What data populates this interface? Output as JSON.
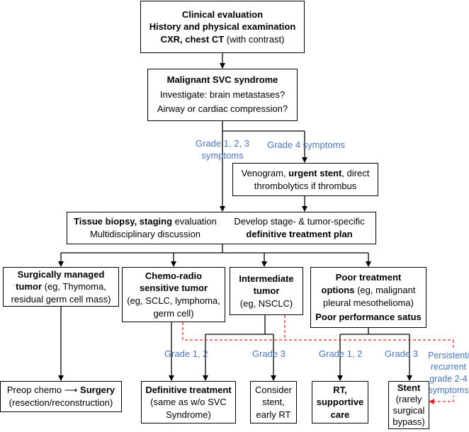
{
  "nodes": {
    "clinical": {
      "line1": "Clinical evaluation",
      "line2": "History and physical examination",
      "line3_bold": "CXR, chest CT",
      "line3_rest": " (with contrast)"
    },
    "malignant": {
      "title": "Malignant SVC syndrome",
      "line2": "Investigate: brain metastases?",
      "line3": "Airway or cardiac compression?"
    },
    "venogram": {
      "pre": "Venogram, ",
      "bold": "urgent stent",
      "post": ", direct",
      "line2": "thrombolytics if thrombus"
    },
    "tissue": {
      "bold": "Tissue biopsy, staging",
      "rest": " evaluation",
      "line2": "Multidisciplinary discussion"
    },
    "develop": {
      "line1": "Develop stage- & tumor-specific",
      "line2": "definitive treatment plan"
    },
    "surgical": {
      "line1": "Surgically managed",
      "line2_bold": "tumor",
      "line2_rest": " (eg, Thymoma,",
      "line3": "residual germ cell mass)"
    },
    "chemo": {
      "line1": "Chemo-radio",
      "line2": "sensitive tumor",
      "line3": "(eg, SCLC, lymphoma,",
      "line4": "germ cell)"
    },
    "intermediate": {
      "line1": "Intermediate",
      "line2": "tumor",
      "line3": "(eg, NSCLC)"
    },
    "poor": {
      "line1": "Poor treatment",
      "line2_bold": "options",
      "line2_rest": " (eg, malignant",
      "line3": "pleural mesothelioma)",
      "line4": "Poor performance satus"
    },
    "preop": {
      "pre": "Preop chemo ",
      "arrow": "⟶",
      "bold": " Surgery",
      "line2": "(resection/reconstruction)"
    },
    "definitive": {
      "line1": "Definitive treatment",
      "line2": "(same as w/o SVC",
      "line3": "Syndrome)"
    },
    "consider": {
      "line1": "Consider",
      "line2": "stent,",
      "line3": "early RT"
    },
    "rt": {
      "line1": "RT,",
      "line2": "supportive",
      "line3": "care"
    },
    "stent": {
      "line1": "Stent",
      "line2": "(rarely",
      "line3": "surgical",
      "line4": "bypass)"
    }
  },
  "labels": {
    "grade123_l1": "Grade 1, 2, 3",
    "grade123_l2": "symptoms",
    "grade4": "Grade 4 symptoms",
    "grade12_a": "Grade 1, 2",
    "grade3_a": "Grade 3",
    "grade12_b": "Grade 1, 2",
    "grade3_b": "Grade 3",
    "persistent_l1": "Persistent/",
    "persistent_l2": "recurrent",
    "persistent_l3": "grade 2-4",
    "persistent_l4": "symptoms"
  },
  "colors": {
    "label_blue": "#4a74b8",
    "dashed_red": "#e0262b",
    "line": "#000000"
  }
}
